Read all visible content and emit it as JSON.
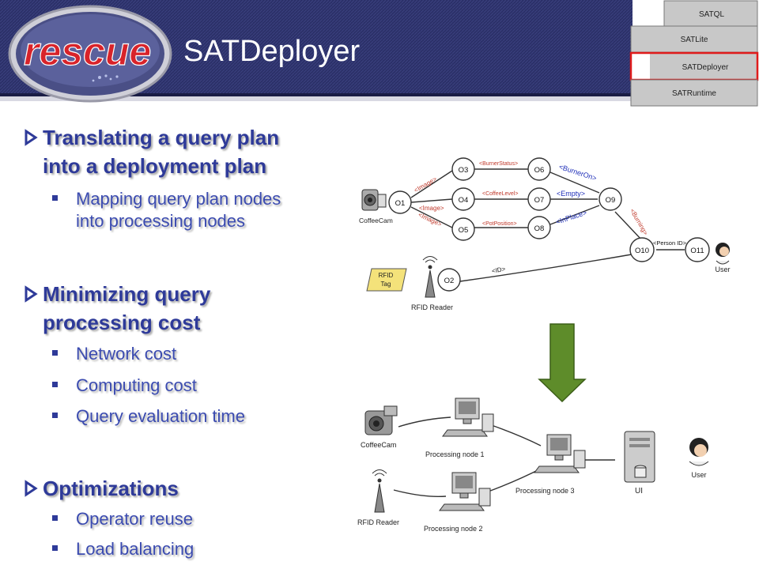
{
  "header": {
    "logo_text": "rescue",
    "title": "SATDeployer"
  },
  "stack": {
    "layers": [
      "SATQL",
      "SATLite",
      "SATDeployer",
      "SATRuntime"
    ],
    "highlighted": "SATDeployer"
  },
  "bullets": [
    {
      "lines": [
        "Translating a query plan",
        "into a deployment  plan"
      ],
      "subs": [
        {
          "lines": [
            "Mapping query plan nodes",
            "into processing nodes"
          ]
        }
      ]
    },
    {
      "lines": [
        "Minimizing query",
        "processing cost"
      ],
      "subs": [
        {
          "lines": [
            "Network cost"
          ]
        },
        {
          "lines": [
            "Computing cost"
          ]
        },
        {
          "lines": [
            "Query evaluation time"
          ]
        }
      ]
    },
    {
      "lines": [
        "Optimizations"
      ],
      "subs": [
        {
          "lines": [
            "Operator reuse"
          ]
        },
        {
          "lines": [
            "Load balancing"
          ]
        }
      ]
    }
  ],
  "query_plan": {
    "nodes": {
      "o1": "O1",
      "o2": "O2",
      "o3": "O3",
      "o4": "O4",
      "o5": "O5",
      "o6": "O6",
      "o7": "O7",
      "o8": "O8",
      "o9": "O9",
      "o10": "O10",
      "o11": "O11"
    },
    "edge_labels": {
      "image1": "<Image>",
      "image2": "<Image>",
      "image3": "<Image>",
      "burner_status": "<BurnerStatus>",
      "coffee_level": "<CoffeeLevel>",
      "pot_position": "<PotPosition>",
      "burner_on": "<BurnerOn>",
      "empty": "<Empty>",
      "in_place": "<InPlace>",
      "burning": "<Burning>",
      "person_id": "<Person ID>",
      "id": "<ID>"
    },
    "labels": {
      "coffeecam": "CoffeeCam",
      "rfid_tag_1": "RFID",
      "rfid_tag_2": "Tag",
      "rfid_reader": "RFID Reader",
      "user": "User"
    },
    "colors": {
      "red_label": "#c0392b",
      "blue_label": "#1f2fb8"
    }
  },
  "deployment": {
    "labels": {
      "coffeecam": "CoffeeCam",
      "rfid_reader": "RFID Reader",
      "pn1": "Processing node 1",
      "pn2": "Processing node 2",
      "pn3": "Processing node 3",
      "ui": "UI",
      "user": "User"
    }
  },
  "colors": {
    "header_navy": "#2b3068",
    "bullet_blue": "#2e3a99",
    "arrow_green": "#5e8c2a",
    "highlight_red": "#e01b1b"
  }
}
